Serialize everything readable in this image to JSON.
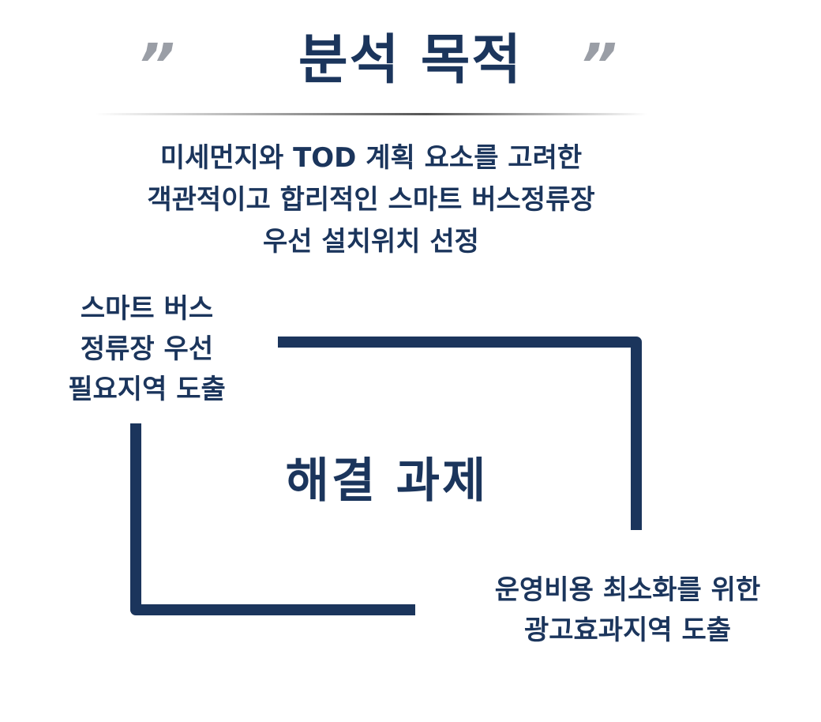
{
  "header": {
    "title": "분석 목적",
    "quote_left": "”",
    "quote_right": "”"
  },
  "purpose": {
    "lines": [
      "미세먼지와 TOD 계획 요소를 고려한",
      "객관적이고 합리적인 스마트 버스정류장",
      "우선 설치위치 선정"
    ]
  },
  "center": {
    "label": "해결 과제"
  },
  "tasks": [
    {
      "lines": [
        "스마트 버스",
        "정류장 우선",
        "필요지역 도출"
      ]
    },
    {
      "lines": [
        "운영비용 최소화를 위한",
        "광고효과지역 도출"
      ]
    }
  ],
  "colors": {
    "primary": "#1b355c",
    "quote": "#9a9ea6"
  }
}
